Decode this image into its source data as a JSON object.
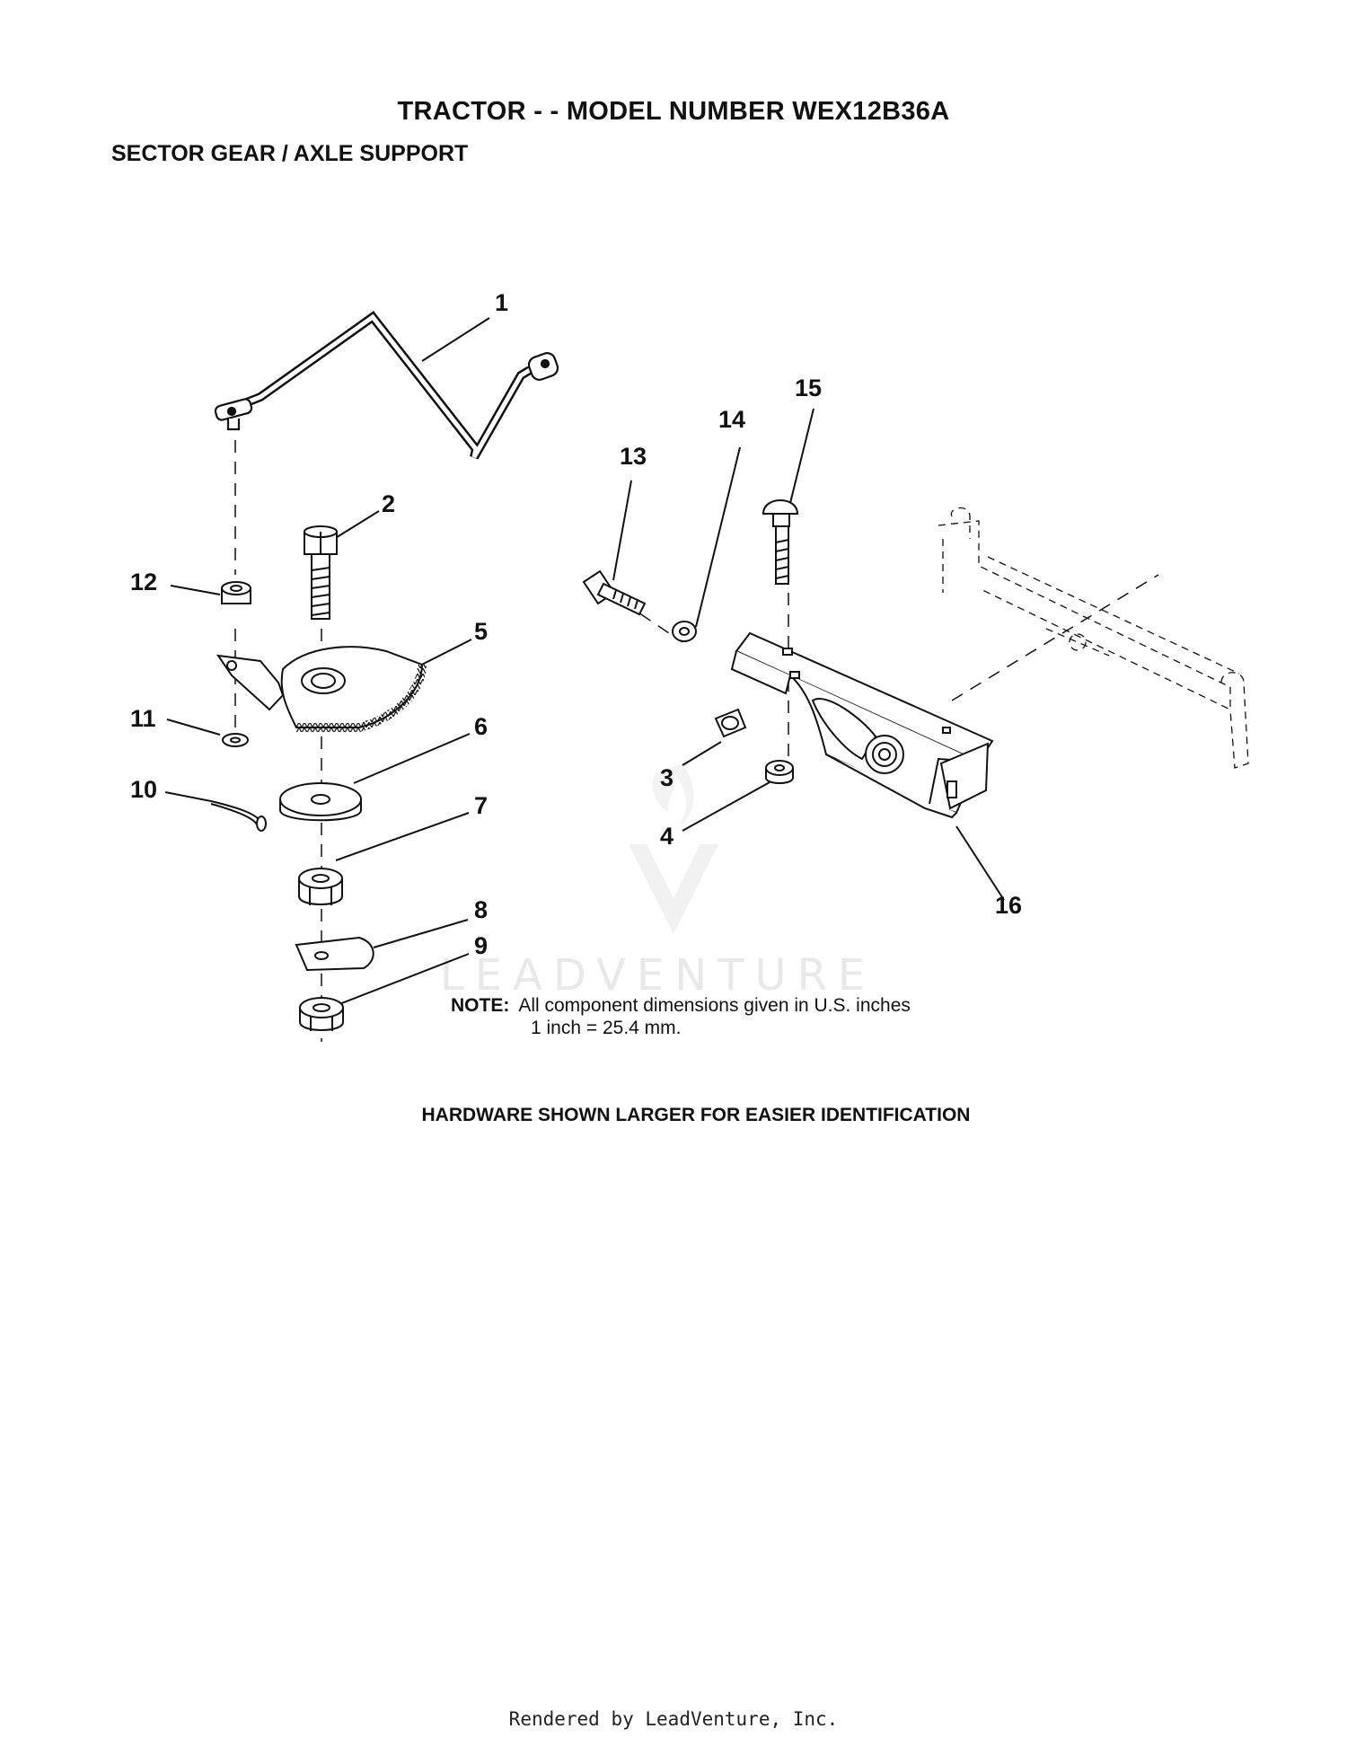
{
  "header": {
    "title": "TRACTOR - - MODEL NUMBER WEX12B36A",
    "subtitle": "SECTOR GEAR / AXLE SUPPORT"
  },
  "callouts": [
    "1",
    "2",
    "3",
    "4",
    "5",
    "6",
    "7",
    "8",
    "9",
    "10",
    "11",
    "12",
    "13",
    "14",
    "15",
    "16"
  ],
  "parts": {
    "p1": "steering-rod",
    "p2": "bolt",
    "p3": "nut",
    "p4": "nut",
    "p5": "sector-gear",
    "p6": "washer",
    "p7": "nut",
    "p8": "clip",
    "p9": "nut",
    "p10": "cotter-pin",
    "p11": "washer",
    "p12": "nut",
    "p13": "bolt",
    "p14": "washer",
    "p15": "carriage-bolt",
    "p16": "axle-support"
  },
  "note": {
    "label": "NOTE:",
    "line1": "All component dimensions given in U.S. inches",
    "line2": "1 inch = 25.4 mm."
  },
  "hardware_note": "HARDWARE SHOWN LARGER FOR EASIER IDENTIFICATION",
  "watermark": "LEADVENTURE",
  "footer": "Rendered by LeadVenture, Inc."
}
